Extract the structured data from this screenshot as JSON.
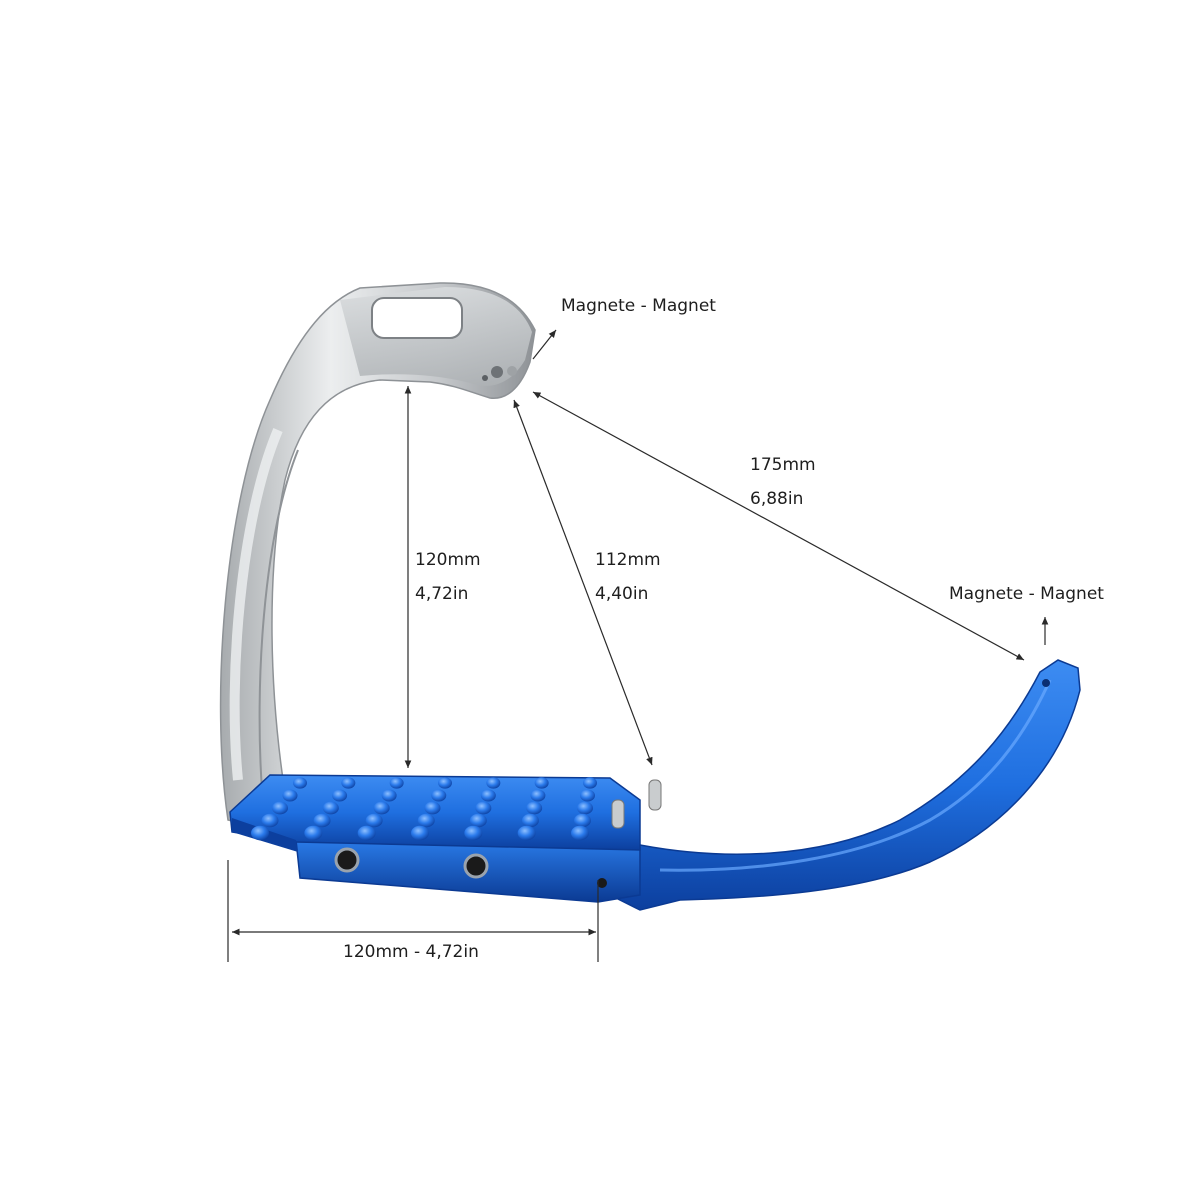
{
  "annotations": {
    "magnet_top": "Magnete - Magnet",
    "magnet_right": "Magnete - Magnet",
    "diag_long_mm": "175mm",
    "diag_long_in": "6,88in",
    "height_mm": "120mm",
    "height_in": "4,72in",
    "diag_short_mm": "112mm",
    "diag_short_in": "4,40in",
    "width": "120mm - 4,72in"
  },
  "colors": {
    "background": "#ffffff",
    "silver": "#c9ccce",
    "silver_dark": "#9a9ea1",
    "blue": "#1f6fe0",
    "blue_dark": "#0c3f9e",
    "dimension_line": "#2a2a2a"
  }
}
